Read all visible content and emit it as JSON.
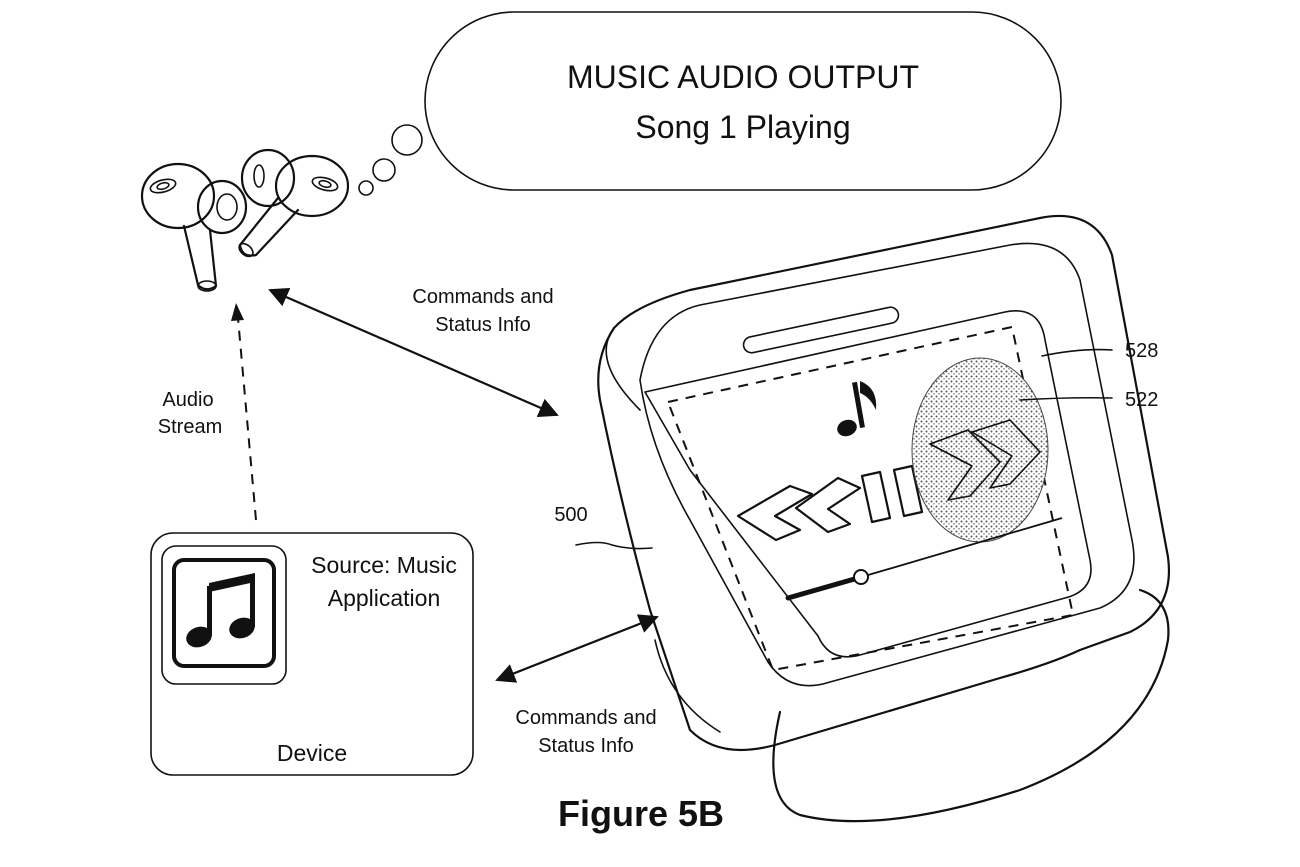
{
  "thought_bubble": {
    "line1": "MUSIC AUDIO OUTPUT",
    "line2": "Song 1 Playing"
  },
  "labels": {
    "commands_top_line1": "Commands and",
    "commands_top_line2": "Status Info",
    "commands_bottom_line1": "Commands and",
    "commands_bottom_line2": "Status Info",
    "audio_stream_line1": "Audio",
    "audio_stream_line2": "Stream"
  },
  "device": {
    "source_line1": "Source: Music",
    "source_line2": "Application",
    "name": "Device"
  },
  "refs": {
    "case": "500",
    "touch_area": "528",
    "next_control": "522"
  },
  "figure_title": "Figure 5B",
  "icons": [
    "earbuds-icon",
    "music-note-icon",
    "rewind-icon",
    "pause-icon",
    "forward-icon",
    "progress-slider"
  ]
}
